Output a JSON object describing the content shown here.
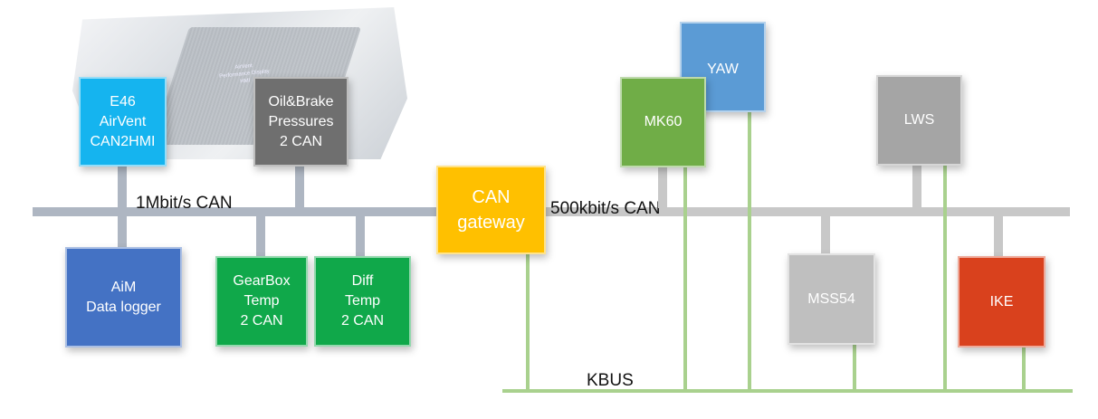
{
  "buses": {
    "can_1m": "1Mbit/s CAN",
    "can_500k": "500kbit/s CAN",
    "kbus": "KBUS"
  },
  "photo_caption": [
    "AirVent",
    "Performance Display",
    "HMI"
  ],
  "nodes": {
    "e46": {
      "lines": [
        "E46",
        "AirVent",
        "CAN2HMI"
      ],
      "color": "#15b4ef"
    },
    "oil_brake": {
      "lines": [
        "Oil&Brake",
        "Pressures",
        "2 CAN"
      ],
      "color": "#6f6f6f"
    },
    "aim": {
      "lines": [
        "AiM",
        "Data logger"
      ],
      "color": "#4472c4"
    },
    "gearbox": {
      "lines": [
        "GearBox",
        "Temp",
        "2 CAN"
      ],
      "color": "#10a84a"
    },
    "diff": {
      "lines": [
        "Diff",
        "Temp",
        "2 CAN"
      ],
      "color": "#10a84a"
    },
    "gateway": {
      "lines": [
        "CAN",
        "gateway"
      ],
      "color": "#ffc000"
    },
    "mk60": {
      "lines": [
        "MK60"
      ],
      "color": "#70ad47"
    },
    "yaw": {
      "lines": [
        "YAW"
      ],
      "color": "#5b9bd5"
    },
    "lws": {
      "lines": [
        "LWS"
      ],
      "color": "#a5a5a5"
    },
    "mss54": {
      "lines": [
        "MSS54"
      ],
      "color": "#bfbfbf"
    },
    "ike": {
      "lines": [
        "IKE"
      ],
      "color": "#d9411d"
    }
  },
  "colors": {
    "can_bus": "#aeb6c2",
    "can_500_bus": "#c8c8c8",
    "kbus": "#a9d18e"
  }
}
